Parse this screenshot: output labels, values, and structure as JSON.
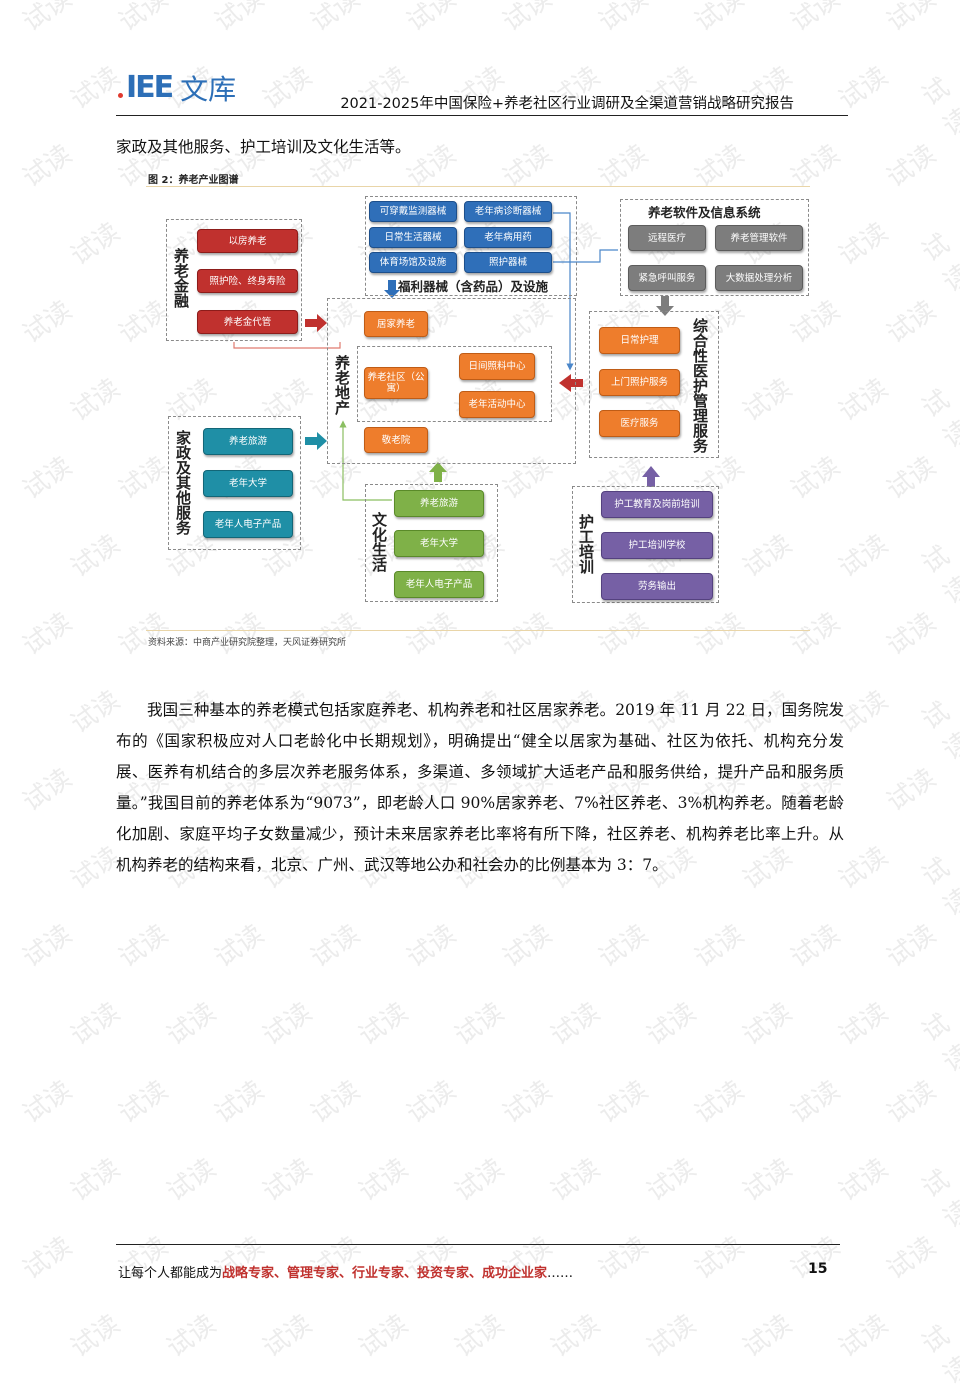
{
  "watermark": "试读",
  "header": {
    "logo_mark": "IEE",
    "logo_text": "文库",
    "logo_colors": [
      "#e03a2f",
      "#f2a31b",
      "#2f9e44"
    ],
    "title": "2021-2025年中国保险+养老社区行业调研及全渠道营销战略研究报告"
  },
  "intro": "家政及其他服务、护工培训及文化生活等。",
  "figure": {
    "caption": "图 2：养老产业图谱",
    "source": "资料来源：中商产业研究院整理，天风证券研究所",
    "groups": {
      "finance": {
        "label": "养老金融",
        "items": [
          "以房养老",
          "照护险、终身寿险",
          "养老金代管"
        ]
      },
      "equipment": {
        "label": "福利器械（含药品）及设施",
        "items": [
          "可穿戴监测器械",
          "老年病诊断器械",
          "日常生活器械",
          "老年病用药",
          "体育场馆及设施",
          "照护器械"
        ]
      },
      "software": {
        "label": "养老软件及信息系统",
        "items": [
          "远程医疗",
          "养老管理软件",
          "紧急呼叫服务",
          "大数据处理分析"
        ]
      },
      "realestate": {
        "label": "养老地产",
        "items": [
          "居家养老",
          "养老社区（公寓）",
          "日间照料中心",
          "老年活动中心",
          "敬老院"
        ]
      },
      "medical": {
        "label": "综合性医护管理服务",
        "items": [
          "日常护理",
          "上门照护服务",
          "医疗服务"
        ]
      },
      "housekeeping": {
        "label": "家政及其他服务",
        "items": [
          "养老旅游",
          "老年大学",
          "老年人电子产品"
        ]
      },
      "culture": {
        "label": "文化生活",
        "items": [
          "养老旅游",
          "老年大学",
          "老年人电子产品"
        ]
      },
      "training": {
        "label": "护工培训",
        "items": [
          "护工教育及岗前培训",
          "护工培训学校",
          "劳务输出"
        ]
      }
    }
  },
  "paragraph": "我国三种基本的养老模式包括家庭养老、机构养老和社区居家养老。2019 年 11 月 22 日，国务院发布的《国家积极应对人口老龄化中长期规划》，明确提出“健全以居家为基础、社区为依托、机构充分发展、医养有机结合的多层次养老服务体系，多渠道、多领域扩大适老产品和服务供给，提升产品和服务质量。”我国目前的养老体系为“9073”，即老龄人口 90%居家养老、7%社区养老、3%机构养老。随着老龄化加剧、家庭平均子女数量减少，预计未来居家养老比率将有所下降，社区养老、机构养老比率上升。从机构养老的结构来看，北京、广州、武汉等地公办和社会办的比例基本为 3：7。",
  "footer": {
    "prefix": "让每个人都能成为",
    "emphasis": "战略专家、管理专家、行业专家、投资专家、成功企业家",
    "suffix": "……",
    "page": "15"
  }
}
